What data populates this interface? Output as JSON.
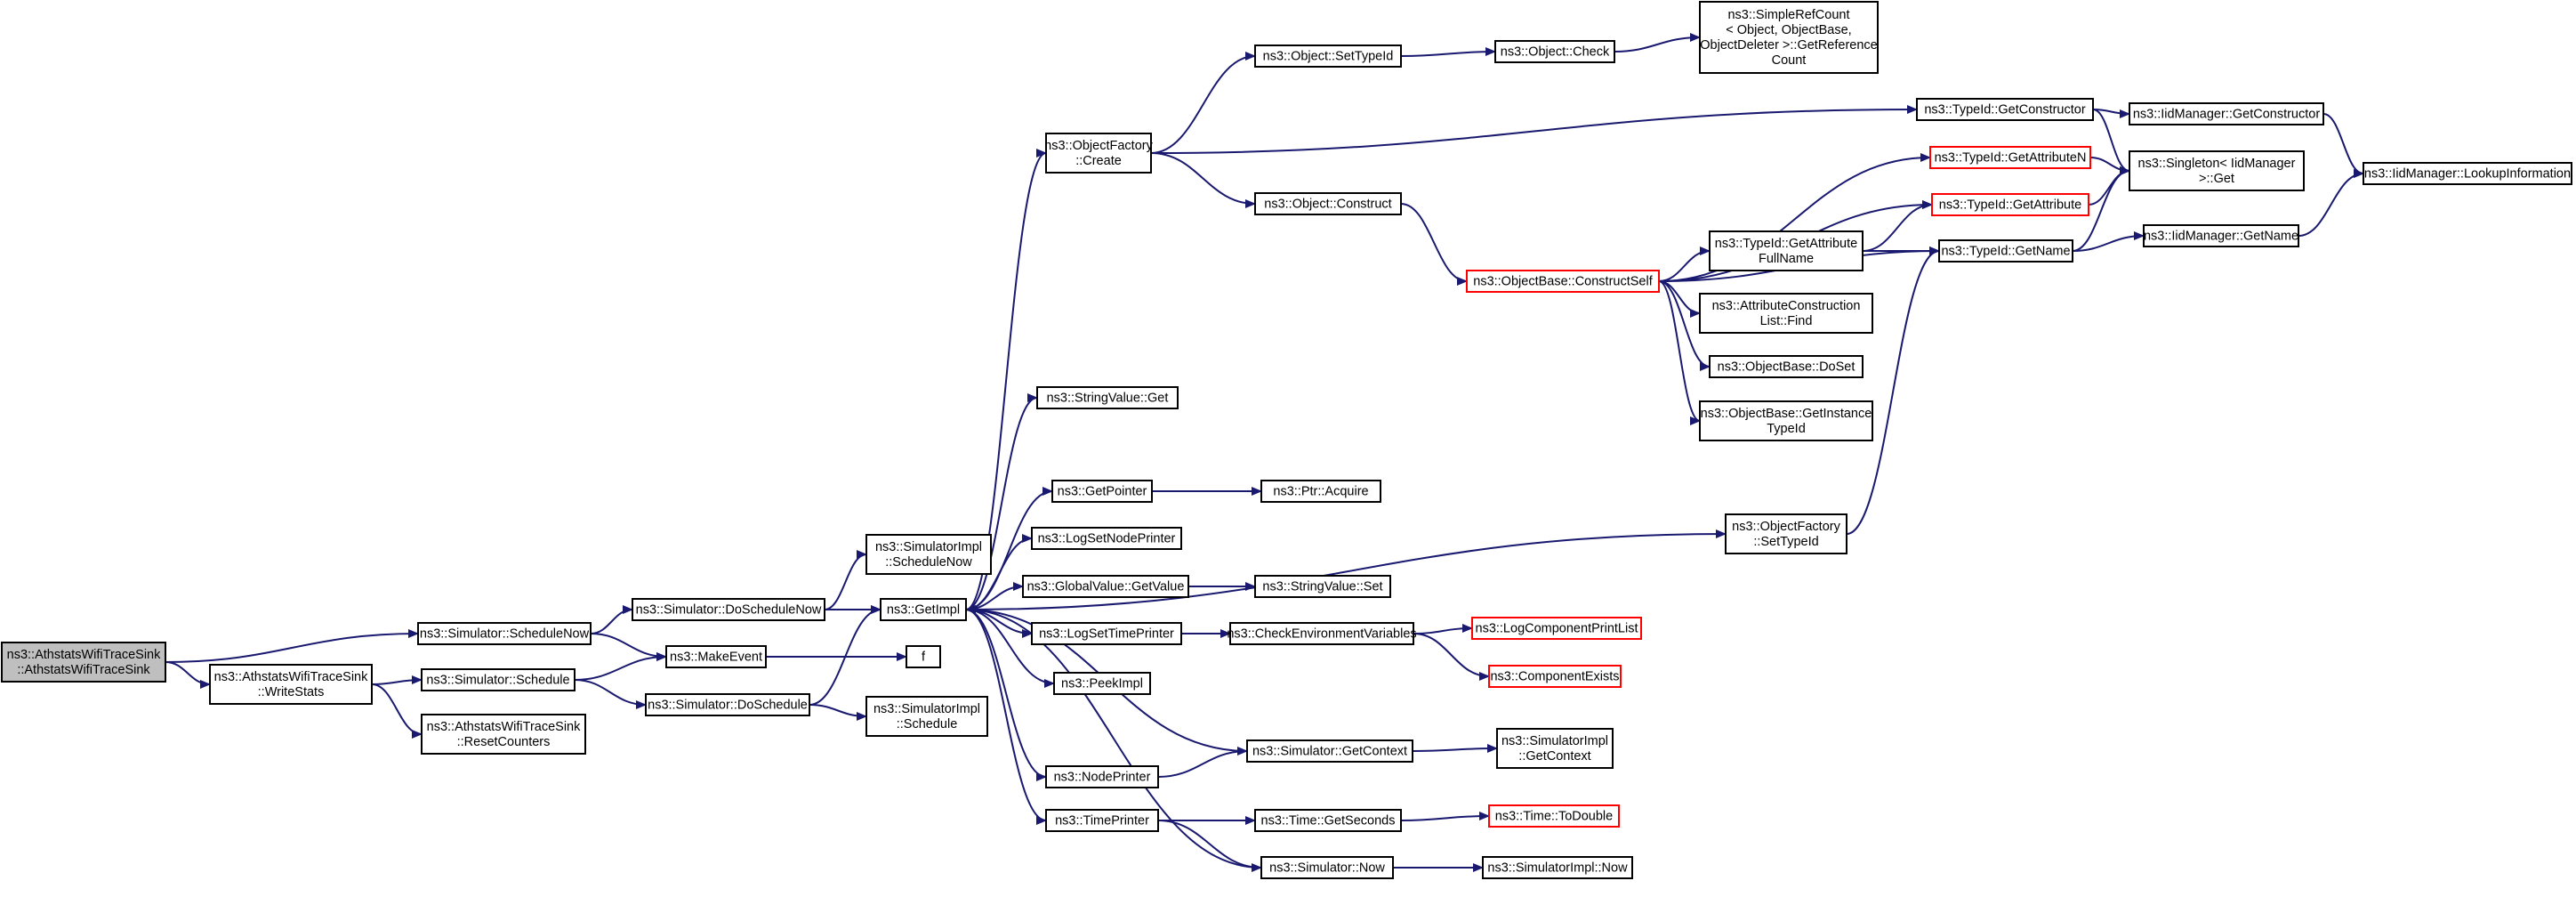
{
  "nodes": [
    {
      "id": "root",
      "lines": [
        "ns3::AthstatsWifiTraceSink",
        "::AthstatsWifiTraceSink"
      ],
      "style": "root"
    },
    {
      "id": "writestats",
      "lines": [
        "ns3::AthstatsWifiTraceSink",
        "::WriteStats"
      ],
      "style": "normal"
    },
    {
      "id": "schedulenow",
      "lines": [
        "ns3::Simulator::ScheduleNow"
      ],
      "style": "normal"
    },
    {
      "id": "schedule",
      "lines": [
        "ns3::Simulator::Schedule"
      ],
      "style": "normal"
    },
    {
      "id": "resetcounters",
      "lines": [
        "ns3::AthstatsWifiTraceSink",
        "::ResetCounters"
      ],
      "style": "normal"
    },
    {
      "id": "doschedulenow",
      "lines": [
        "ns3::Simulator::DoScheduleNow"
      ],
      "style": "normal"
    },
    {
      "id": "makeevent",
      "lines": [
        "ns3::MakeEvent"
      ],
      "style": "normal"
    },
    {
      "id": "doschedule",
      "lines": [
        "ns3::Simulator::DoSchedule"
      ],
      "style": "normal"
    },
    {
      "id": "implschedulenow",
      "lines": [
        "ns3::SimulatorImpl",
        "::ScheduleNow"
      ],
      "style": "normal"
    },
    {
      "id": "getimpl",
      "lines": [
        "ns3::GetImpl"
      ],
      "style": "normal"
    },
    {
      "id": "f",
      "lines": [
        "f"
      ],
      "style": "normal"
    },
    {
      "id": "implschedule",
      "lines": [
        "ns3::SimulatorImpl",
        "::Schedule"
      ],
      "style": "normal"
    },
    {
      "id": "ofcreate",
      "lines": [
        "ns3::ObjectFactory",
        "::Create"
      ],
      "style": "normal"
    },
    {
      "id": "stringget",
      "lines": [
        "ns3::StringValue::Get"
      ],
      "style": "normal"
    },
    {
      "id": "getpointer",
      "lines": [
        "ns3::GetPointer"
      ],
      "style": "normal"
    },
    {
      "id": "logsetnode",
      "lines": [
        "ns3::LogSetNodePrinter"
      ],
      "style": "normal"
    },
    {
      "id": "globalget",
      "lines": [
        "ns3::GlobalValue::GetValue"
      ],
      "style": "normal"
    },
    {
      "id": "logsettime",
      "lines": [
        "ns3::LogSetTimePrinter"
      ],
      "style": "normal"
    },
    {
      "id": "peekimpl",
      "lines": [
        "ns3::PeekImpl"
      ],
      "style": "normal"
    },
    {
      "id": "nodeprinter",
      "lines": [
        "ns3::NodePrinter"
      ],
      "style": "normal"
    },
    {
      "id": "timeprinter",
      "lines": [
        "ns3::TimePrinter"
      ],
      "style": "normal"
    },
    {
      "id": "objsettypeid",
      "lines": [
        "ns3::Object::SetTypeId"
      ],
      "style": "normal"
    },
    {
      "id": "objconstruct",
      "lines": [
        "ns3::Object::Construct"
      ],
      "style": "normal"
    },
    {
      "id": "objcheck",
      "lines": [
        "ns3::Object::Check"
      ],
      "style": "normal"
    },
    {
      "id": "simpleref",
      "lines": [
        "ns3::SimpleRefCount",
        "< Object, ObjectBase,",
        "ObjectDeleter >::GetReference",
        "Count"
      ],
      "style": "normal"
    },
    {
      "id": "gettypeidconstructor",
      "lines": [
        "ns3::TypeId::GetConstructor"
      ],
      "style": "normal"
    },
    {
      "id": "iidgetconstructor",
      "lines": [
        "ns3::IidManager::GetConstructor"
      ],
      "style": "normal"
    },
    {
      "id": "singleton",
      "lines": [
        "ns3::Singleton< IidManager",
        ">::Get"
      ],
      "style": "normal"
    },
    {
      "id": "lookupinfo",
      "lines": [
        "ns3::IidManager::LookupInformation"
      ],
      "style": "normal"
    },
    {
      "id": "getattributen",
      "lines": [
        "ns3::TypeId::GetAttributeN"
      ],
      "style": "red"
    },
    {
      "id": "getattribute",
      "lines": [
        "ns3::TypeId::GetAttribute"
      ],
      "style": "red"
    },
    {
      "id": "constructself",
      "lines": [
        "ns3::ObjectBase::ConstructSelf"
      ],
      "style": "red"
    },
    {
      "id": "getattrfullname",
      "lines": [
        "ns3::TypeId::GetAttribute",
        "FullName"
      ],
      "style": "normal"
    },
    {
      "id": "getname",
      "lines": [
        "ns3::TypeId::GetName"
      ],
      "style": "normal"
    },
    {
      "id": "iidgetname",
      "lines": [
        "ns3::IidManager::GetName"
      ],
      "style": "normal"
    },
    {
      "id": "attrconstructfind",
      "lines": [
        "ns3::AttributeConstruction",
        "List::Find"
      ],
      "style": "normal"
    },
    {
      "id": "doset",
      "lines": [
        "ns3::ObjectBase::DoSet"
      ],
      "style": "normal"
    },
    {
      "id": "getinstancetypeid",
      "lines": [
        "ns3::ObjectBase::GetInstance",
        "TypeId"
      ],
      "style": "normal"
    },
    {
      "id": "ptracquire",
      "lines": [
        "ns3::Ptr::Acquire"
      ],
      "style": "normal"
    },
    {
      "id": "ofsettypeid",
      "lines": [
        "ns3::ObjectFactory",
        "::SetTypeId"
      ],
      "style": "normal"
    },
    {
      "id": "stringset",
      "lines": [
        "ns3::StringValue::Set"
      ],
      "style": "normal"
    },
    {
      "id": "checkenv",
      "lines": [
        "ns3::CheckEnvironmentVariables"
      ],
      "style": "normal"
    },
    {
      "id": "logcomplist",
      "lines": [
        "ns3::LogComponentPrintList"
      ],
      "style": "red"
    },
    {
      "id": "compexists",
      "lines": [
        "ns3::ComponentExists"
      ],
      "style": "red"
    },
    {
      "id": "getcontext",
      "lines": [
        "ns3::Simulator::GetContext"
      ],
      "style": "normal"
    },
    {
      "id": "implgetcontext",
      "lines": [
        "ns3::SimulatorImpl",
        "::GetContext"
      ],
      "style": "normal"
    },
    {
      "id": "getseconds",
      "lines": [
        "ns3::Time::GetSeconds"
      ],
      "style": "normal"
    },
    {
      "id": "todouble",
      "lines": [
        "ns3::Time::ToDouble"
      ],
      "style": "red"
    },
    {
      "id": "simnow",
      "lines": [
        "ns3::Simulator::Now"
      ],
      "style": "normal"
    },
    {
      "id": "implnow",
      "lines": [
        "ns3::SimulatorImpl::Now"
      ],
      "style": "normal"
    }
  ],
  "edges": [
    [
      "root",
      "schedulenow"
    ],
    [
      "root",
      "writestats"
    ],
    [
      "writestats",
      "schedule"
    ],
    [
      "writestats",
      "resetcounters"
    ],
    [
      "schedulenow",
      "doschedulenow"
    ],
    [
      "schedulenow",
      "makeevent"
    ],
    [
      "schedule",
      "makeevent"
    ],
    [
      "schedule",
      "doschedule"
    ],
    [
      "doschedulenow",
      "implschedulenow"
    ],
    [
      "doschedulenow",
      "getimpl"
    ],
    [
      "makeevent",
      "f"
    ],
    [
      "doschedule",
      "getimpl"
    ],
    [
      "doschedule",
      "implschedule"
    ],
    [
      "getimpl",
      "ofcreate"
    ],
    [
      "getimpl",
      "stringget"
    ],
    [
      "getimpl",
      "getpointer"
    ],
    [
      "getimpl",
      "logsetnode"
    ],
    [
      "getimpl",
      "globalget"
    ],
    [
      "getimpl",
      "logsettime"
    ],
    [
      "getimpl",
      "peekimpl"
    ],
    [
      "getimpl",
      "nodeprinter"
    ],
    [
      "getimpl",
      "timeprinter"
    ],
    [
      "getimpl",
      "ofsettypeid"
    ],
    [
      "ofcreate",
      "objsettypeid"
    ],
    [
      "ofcreate",
      "gettypeidconstructor"
    ],
    [
      "ofcreate",
      "objconstruct"
    ],
    [
      "objsettypeid",
      "objcheck"
    ],
    [
      "objcheck",
      "simpleref"
    ],
    [
      "gettypeidconstructor",
      "iidgetconstructor"
    ],
    [
      "gettypeidconstructor",
      "singleton"
    ],
    [
      "iidgetconstructor",
      "lookupinfo"
    ],
    [
      "objconstruct",
      "constructself"
    ],
    [
      "constructself",
      "getattributen"
    ],
    [
      "constructself",
      "getattribute"
    ],
    [
      "constructself",
      "getattrfullname"
    ],
    [
      "constructself",
      "attrconstructfind"
    ],
    [
      "constructself",
      "doset"
    ],
    [
      "constructself",
      "getinstancetypeid"
    ],
    [
      "constructself",
      "getname"
    ],
    [
      "getattributen",
      "singleton"
    ],
    [
      "getattribute",
      "singleton"
    ],
    [
      "getattrfullname",
      "getattribute"
    ],
    [
      "getattrfullname",
      "getname"
    ],
    [
      "getname",
      "singleton"
    ],
    [
      "getname",
      "iidgetname"
    ],
    [
      "iidgetname",
      "lookupinfo"
    ],
    [
      "getpointer",
      "ptracquire"
    ],
    [
      "ofsettypeid",
      "getname"
    ],
    [
      "globalget",
      "stringset"
    ],
    [
      "logsettime",
      "checkenv"
    ],
    [
      "checkenv",
      "logcomplist"
    ],
    [
      "checkenv",
      "compexists"
    ],
    [
      "getcontext",
      "getimpl"
    ],
    [
      "getcontext",
      "implgetcontext"
    ],
    [
      "nodeprinter",
      "getcontext"
    ],
    [
      "timeprinter",
      "getseconds"
    ],
    [
      "timeprinter",
      "simnow"
    ],
    [
      "getseconds",
      "todouble"
    ],
    [
      "simnow",
      "getimpl"
    ],
    [
      "simnow",
      "implnow"
    ]
  ]
}
